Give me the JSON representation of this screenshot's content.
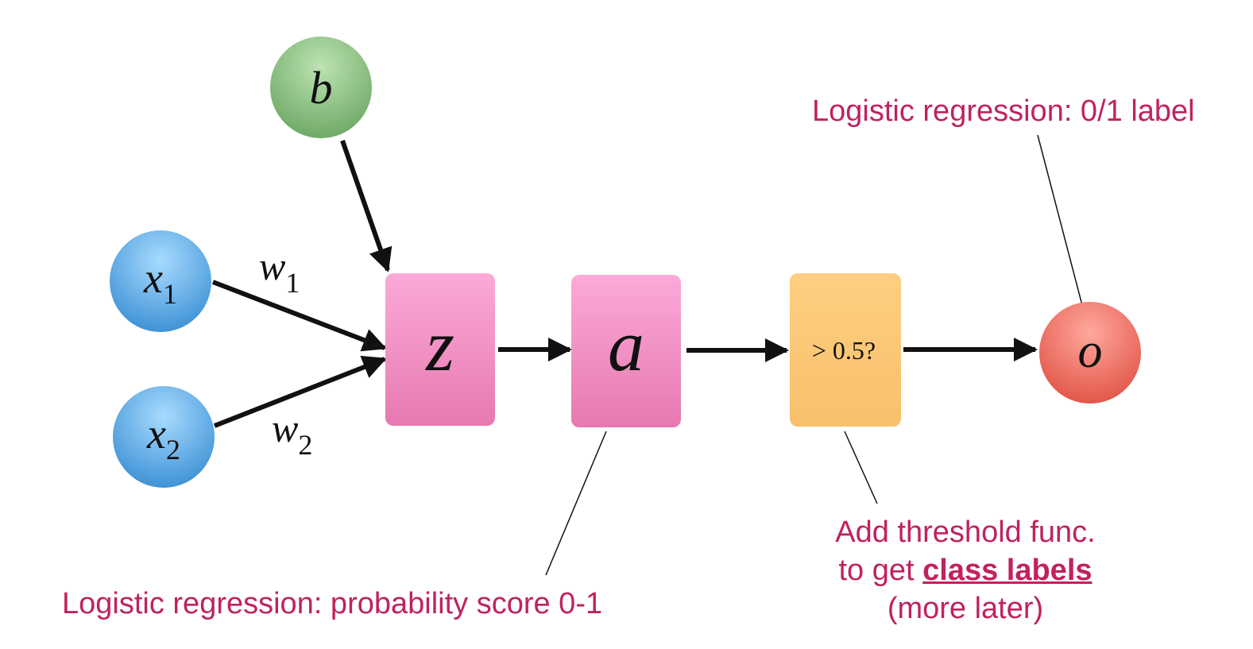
{
  "colors": {
    "text": "#c0225f",
    "input_node": "#5aaee8",
    "bias_node": "#8cc384",
    "op_box": "#ee86bb",
    "threshold_box": "#fbc774",
    "output_node": "#ef6c5c",
    "arrow": "#111111"
  },
  "nodes": {
    "x1": {
      "symbol": "x",
      "subscript": "1"
    },
    "x2": {
      "symbol": "x",
      "subscript": "2"
    },
    "b": {
      "symbol": "b"
    },
    "z": {
      "symbol": "z"
    },
    "a": {
      "symbol": "a"
    },
    "threshold": {
      "label": "> 0.5?"
    },
    "o": {
      "symbol": "o"
    }
  },
  "weights": {
    "w1": {
      "symbol": "w",
      "subscript": "1"
    },
    "w2": {
      "symbol": "w",
      "subscript": "2"
    }
  },
  "annotations": {
    "output": "Logistic regression: 0/1 label",
    "probability": "Logistic regression: probability score 0-1",
    "threshold_line1": "Add threshold func.",
    "threshold_line2_prefix": "to get ",
    "threshold_line2_bold": "class labels",
    "threshold_line3": "(more later)"
  }
}
